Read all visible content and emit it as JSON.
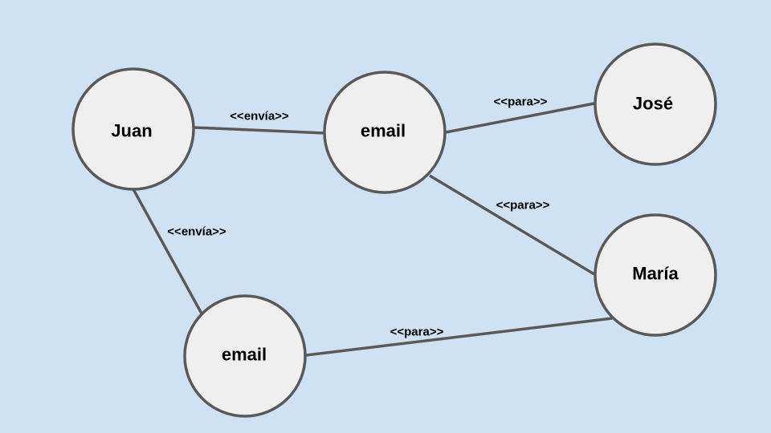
{
  "colors": {
    "background": "#cfe2f3",
    "node_fill": "#efefef",
    "stroke": "#595959",
    "text": "#000000"
  },
  "nodes": {
    "juan": {
      "label": "Juan"
    },
    "email_top": {
      "label": "email"
    },
    "jose": {
      "label": "José"
    },
    "maria": {
      "label": "María"
    },
    "email_bottom": {
      "label": "email"
    }
  },
  "edges": {
    "juan_email_top": {
      "from": "Juan",
      "to": "email",
      "label": "<<envía>>"
    },
    "juan_email_bottom": {
      "from": "Juan",
      "to": "email",
      "label": "<<envía>>"
    },
    "email_top_jose": {
      "from": "email",
      "to": "José",
      "label": "<<para>>"
    },
    "email_top_maria": {
      "from": "email",
      "to": "María",
      "label": "<<para>>"
    },
    "email_bottom_maria": {
      "from": "email",
      "to": "María",
      "label": "<<para>>"
    }
  }
}
